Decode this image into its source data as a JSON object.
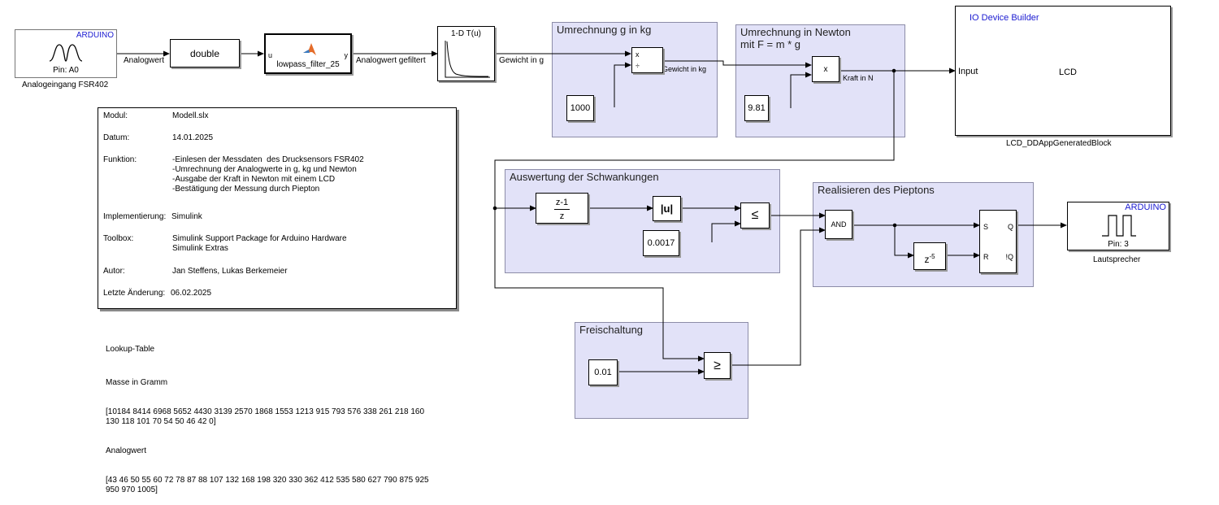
{
  "analog_in": {
    "brand": "ARDUINO",
    "pin": "Pin: A0",
    "name": "Analogeingang FSR402"
  },
  "double_block": "double",
  "lowpass": {
    "u": "u",
    "y": "y",
    "name": "lowpass_filter_25"
  },
  "lookup_block": "1-D T(u)",
  "signals": {
    "analogwert": "Analogwert",
    "gefiltert": "Analogwert gefiltert",
    "gewicht_g": "Gewicht in g",
    "gewicht_kg": "Gewicht in kg",
    "kraft": "Kraft in N"
  },
  "area_kg": {
    "title": "Umrechnung g in kg",
    "const": "1000",
    "mul": "x",
    "div": "÷"
  },
  "area_newton": {
    "title": "Umrechnung in Newton\nmit F = m * g",
    "const": "9.81",
    "mul": "x"
  },
  "io": {
    "title": "IO Device Builder",
    "input": "Input",
    "lcd": "LCD",
    "name": "LCD_DDAppGeneratedBlock"
  },
  "notes": {
    "rows": [
      {
        "k": "Modul:",
        "v": "Modell.slx"
      },
      {
        "k": "Datum:",
        "v": "14.01.2025"
      },
      {
        "k": "Funktion:",
        "v": "-Einlesen der Messdaten  des Drucksensors FSR402\n-Umrechnung der Analogwerte in g, kg und Newton\n-Ausgabe der Kraft in Newton mit einem LCD\n-Bestätigung der Messung durch Piepton"
      },
      {
        "k": "Implementierung:",
        "v": "Simulink"
      },
      {
        "k": "Toolbox:",
        "v": "Simulink Support Package for Arduino Hardware\nSimulink Extras"
      },
      {
        "k": "Autor:",
        "v": "Jan Steffens, Lukas Berkemeier"
      },
      {
        "k": "Letzte Änderung:",
        "v": "06.02.2025"
      }
    ]
  },
  "lookup_text": {
    "title": "Lookup-Table",
    "masse_label": "Masse in Gramm",
    "masse": "[10184 8414 6968 5652 4430 3139 2570 1868 1553 1213 915 793 576 338 261 218 160\n130 118 101 70 54 50 46 42 0]",
    "analog_label": "Analogwert",
    "analog": "[43 46 50 55 60 72 78 87 88 107 132 168 198 320 330 362 412 535 580 627 790 875 925\n950 970 1005]"
  },
  "area_schw": {
    "title": "Auswertung der Schwankungen",
    "tf_num": "z-1",
    "tf_den": "z",
    "abs": "|u|",
    "le": "≤",
    "const": "0.0017"
  },
  "area_piep": {
    "title": "Realisieren des Pieptons",
    "and": "AND",
    "delay_base": "z",
    "delay_exp": "-5",
    "s": "S",
    "r": "R",
    "q": "Q",
    "nq": "!Q"
  },
  "area_frei": {
    "title": "Freischaltung",
    "const": "0.01",
    "ge": "≥"
  },
  "speaker": {
    "brand": "ARDUINO",
    "pin": "Pin: 3",
    "name": "Lautsprecher"
  }
}
